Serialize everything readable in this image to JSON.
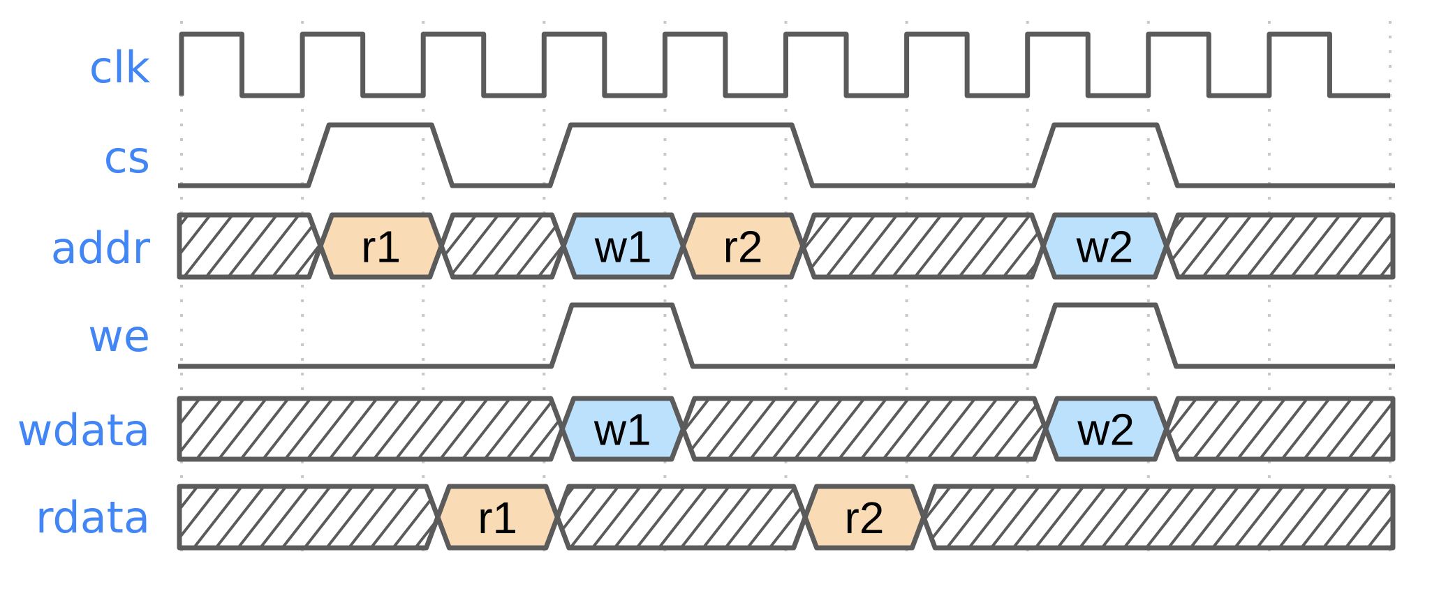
{
  "diagram": {
    "type": "timing-diagram",
    "time_units": "clock cycles",
    "cycles": 10,
    "colors": {
      "label": "#4285f4",
      "wave": "#5b5b5b",
      "grid": "#c8c8c8",
      "read": "#f9dbb5",
      "write": "#bbe1fd",
      "text": "#000000"
    },
    "signals": [
      {
        "name": "clk",
        "kind": "clock",
        "start_level": 1,
        "duty": 0.5
      },
      {
        "name": "cs",
        "kind": "bit",
        "start_level": 0,
        "edges": [
          {
            "t": 1.05,
            "to": 1
          },
          {
            "t": 2.07,
            "to": 0
          },
          {
            "t": 3.05,
            "to": 1
          },
          {
            "t": 5.05,
            "to": 0
          },
          {
            "t": 7.05,
            "to": 1
          },
          {
            "t": 8.07,
            "to": 0
          }
        ]
      },
      {
        "name": "addr",
        "kind": "bus",
        "segments": [
          {
            "start": 0.0,
            "end": 1.15,
            "value": null
          },
          {
            "start": 1.15,
            "end": 2.15,
            "value": "r1",
            "type": "read"
          },
          {
            "start": 2.15,
            "end": 3.16,
            "value": null
          },
          {
            "start": 3.16,
            "end": 4.15,
            "value": "w1",
            "type": "write"
          },
          {
            "start": 4.15,
            "end": 5.14,
            "value": "r2",
            "type": "read"
          },
          {
            "start": 5.14,
            "end": 7.13,
            "value": null
          },
          {
            "start": 7.13,
            "end": 8.15,
            "value": "w2",
            "type": "write"
          },
          {
            "start": 8.15,
            "end": 10.0,
            "value": null
          }
        ]
      },
      {
        "name": "we",
        "kind": "bit",
        "start_level": 0,
        "edges": [
          {
            "t": 3.06,
            "to": 1
          },
          {
            "t": 4.06,
            "to": 0
          },
          {
            "t": 7.06,
            "to": 1
          },
          {
            "t": 8.06,
            "to": 0
          }
        ]
      },
      {
        "name": "wdata",
        "kind": "bus",
        "segments": [
          {
            "start": 0.0,
            "end": 3.15,
            "value": null
          },
          {
            "start": 3.15,
            "end": 4.15,
            "value": "w1",
            "type": "write"
          },
          {
            "start": 4.15,
            "end": 7.15,
            "value": null
          },
          {
            "start": 7.15,
            "end": 8.15,
            "value": "w2",
            "type": "write"
          },
          {
            "start": 8.15,
            "end": 10.0,
            "value": null
          }
        ]
      },
      {
        "name": "rdata",
        "kind": "bus",
        "segments": [
          {
            "start": 0.0,
            "end": 2.12,
            "value": null
          },
          {
            "start": 2.12,
            "end": 3.11,
            "value": "r1",
            "type": "read"
          },
          {
            "start": 3.11,
            "end": 5.16,
            "value": null
          },
          {
            "start": 5.16,
            "end": 6.14,
            "value": "r2",
            "type": "read"
          },
          {
            "start": 6.14,
            "end": 10.0,
            "value": null
          }
        ]
      }
    ]
  }
}
